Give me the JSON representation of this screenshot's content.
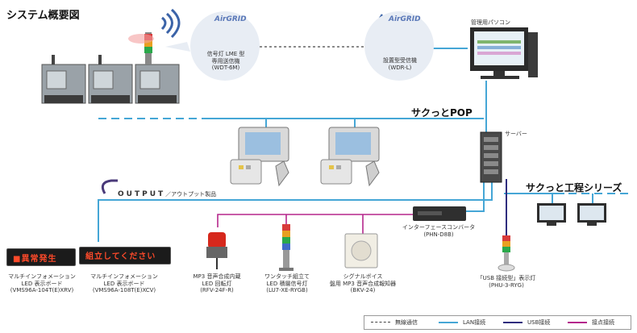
{
  "title": "システム概要図",
  "networks": {
    "pop": "サクっとPOP",
    "koutei": "サクっと工程シリーズ"
  },
  "output_label": {
    "word": "OUTPUT",
    "sub": "／アウトプット製品"
  },
  "airgrid_logo": "AirGRID",
  "devices": {
    "transmitter": [
      "信号灯 LME 型",
      "専用送信機",
      "(WDT-6M)"
    ],
    "receiver": [
      "設置型受信機",
      "(WDR-L)"
    ],
    "pc": "管理用パソコン",
    "server": "サーバー",
    "converter": [
      "インターフェースコンバータ",
      "(PHN-D8B)"
    ],
    "led_board_1": [
      "マルチインフォメーション",
      "LED 表示ボード",
      "(VMS96A-104T(E)XRV)"
    ],
    "led_board_2": [
      "マルチインフォメーション",
      "LED 表示ボード",
      "(VMS96A-108T(E)XCV)"
    ],
    "rotating_light": [
      "MP3 音声合成内蔵",
      "LED 回転灯",
      "(RFV-24F-R)"
    ],
    "signal_tower": [
      "ワンタッチ組立て",
      "LED 積層信号灯",
      "(LU7-XE-RYGB)"
    ],
    "voice_unit": [
      "シグナルボイス",
      "盤用 MP3 音声合成報知器",
      "(BKV-24)"
    ],
    "usb_light": [
      "「USB 接続型」表示灯",
      "(PHU-3-RYG)"
    ]
  },
  "led_messages": {
    "board1": "■異常発生",
    "board2": "組立してください"
  },
  "legend": {
    "wireless": "無線通信",
    "lan": "LAN接続",
    "usb": "USB接続",
    "contact": "接点接続"
  },
  "colors": {
    "lan": "#45a6d6",
    "usb": "#2f2d7e",
    "contact": "#b5278c",
    "wireless": "#444444"
  }
}
